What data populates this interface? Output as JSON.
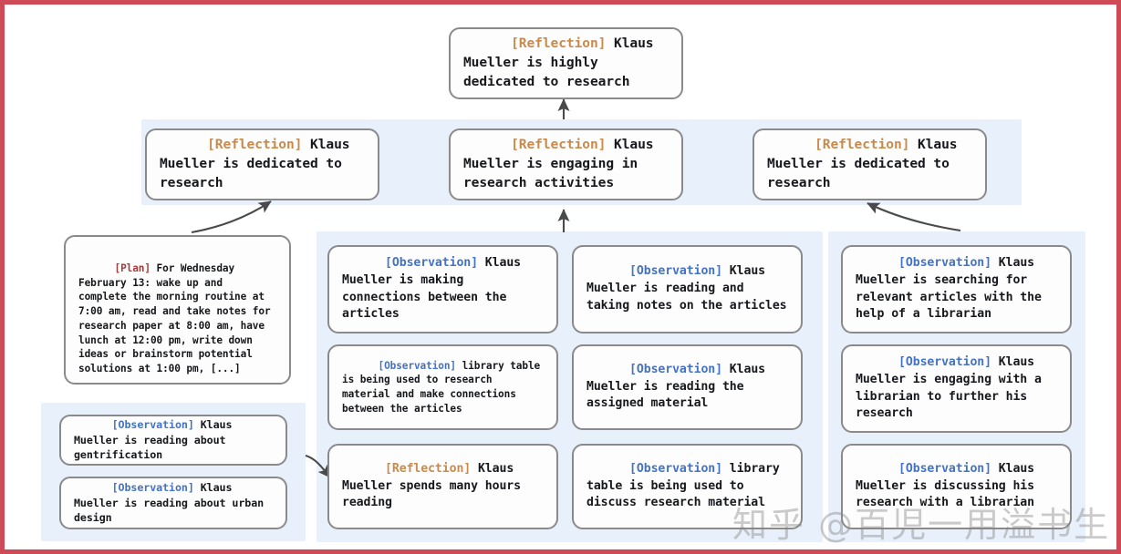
{
  "page": {
    "border_color": "#cf4a57",
    "panel_color": "#e8f0fb",
    "node_border_color": "#8a8a8a",
    "tag_colors": {
      "reflection": "#c98a4b",
      "observation": "#4472c4",
      "plan": "#a33b3b"
    }
  },
  "tags": {
    "reflection": "[Reflection]",
    "observation": "[Observation]",
    "plan": "[Plan]"
  },
  "nodes": {
    "top_reflection": {
      "tag": "[Reflection]",
      "text": " Klaus Mueller is highly dedicated to research"
    },
    "reflection_left": {
      "tag": "[Reflection]",
      "text": " Klaus Mueller is dedicated to research"
    },
    "reflection_mid": {
      "tag": "[Reflection]",
      "text": " Klaus Mueller is engaging in research activities"
    },
    "reflection_right": {
      "tag": "[Reflection]",
      "text": " Klaus Mueller is dedicated to research"
    },
    "plan_node": {
      "tag": "[Plan]",
      "text": " For Wednesday February 13: wake up and complete the morning routine at 7:00 am, read and take notes for research paper at 8:00 am, have lunch at 12:00 pm, write down ideas or brainstorm potential solutions at 1:00 pm, [...]"
    },
    "obs_bl_1": {
      "tag": "[Observation]",
      "text": " Klaus Mueller is reading about gentrification"
    },
    "obs_bl_2": {
      "tag": "[Observation]",
      "text": " Klaus Mueller is reading about urban design"
    },
    "obs_c1_1": {
      "tag": "[Observation]",
      "text": " Klaus Mueller is making connections between the articles"
    },
    "obs_c1_2": {
      "tag": "[Observation]",
      "text": " library table is being used to research material and make connections between the articles"
    },
    "refl_c1_3": {
      "tag": "[Reflection]",
      "text": " Klaus Mueller spends many hours reading"
    },
    "obs_c2_1": {
      "tag": "[Observation]",
      "text": " Klaus Mueller is reading and taking notes on the articles"
    },
    "obs_c2_2": {
      "tag": "[Observation]",
      "text": " Klaus Mueller is reading the assigned material"
    },
    "obs_c2_3": {
      "tag": "[Observation]",
      "text": " library table is being used to discuss research material"
    },
    "obs_c3_1": {
      "tag": "[Observation]",
      "text": " Klaus Mueller is searching for relevant articles with the help of a librarian"
    },
    "obs_c3_2": {
      "tag": "[Observation]",
      "text": " Klaus Mueller is engaging with a librarian to further his research"
    },
    "obs_c3_3": {
      "tag": "[Observation]",
      "text": " Klaus Mueller is discussing his research with a librarian"
    }
  },
  "watermark": {
    "text": "知乎 @百児一用溢书生"
  }
}
